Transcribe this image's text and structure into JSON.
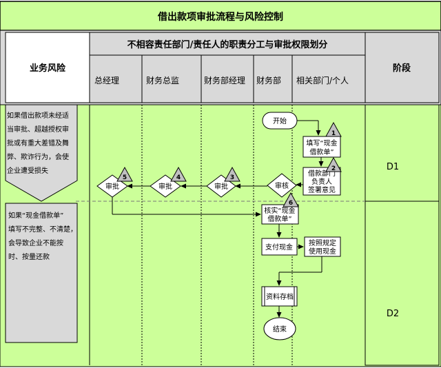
{
  "title": "借出款项审批流程与风险控制",
  "subtitle": "不相容责任部门/责任人的职责分工与审批权限划分",
  "risk_header": "业务风险",
  "stage_header": "阶段",
  "columns": [
    "总经理",
    "财务总监",
    "财务部经理",
    "财务部",
    "相关部门/个人"
  ],
  "risks": [
    [
      "如果借出款项未经适",
      "当审批、超越授权审",
      "批或有重大差错及舞",
      "弊、欺诈行为，会使",
      "企业遭受损失"
    ],
    [
      "如果“现金借款单”",
      "填写不完整、不清楚，",
      "会导致企业不能按",
      "时、按量还款"
    ]
  ],
  "stages": [
    "D1",
    "D2"
  ],
  "nodes": {
    "start": "开始",
    "fill_form": [
      "填写“现金",
      "借款单”"
    ],
    "dept_sign": [
      "借款部门",
      "负责人",
      "签署意见"
    ],
    "review": "审核",
    "approve_mgr": "审批",
    "approve_cfo": "审批",
    "approve_gm": "审批",
    "verify": [
      "核实“现金",
      "借款单”"
    ],
    "pay": "支付现金",
    "use_cash": [
      "按照规定",
      "使用现金"
    ],
    "archive": "资料存档",
    "end": "结束"
  },
  "step_numbers": [
    "1",
    "2",
    "3",
    "4",
    "5",
    "6"
  ],
  "colors": {
    "title_bg": "#ccff99",
    "header_bg": "#d9d9d9",
    "body_bg": "#ccff99",
    "risk_bg": "#d9d9d9",
    "marker_fill": "#c0c0c0"
  }
}
